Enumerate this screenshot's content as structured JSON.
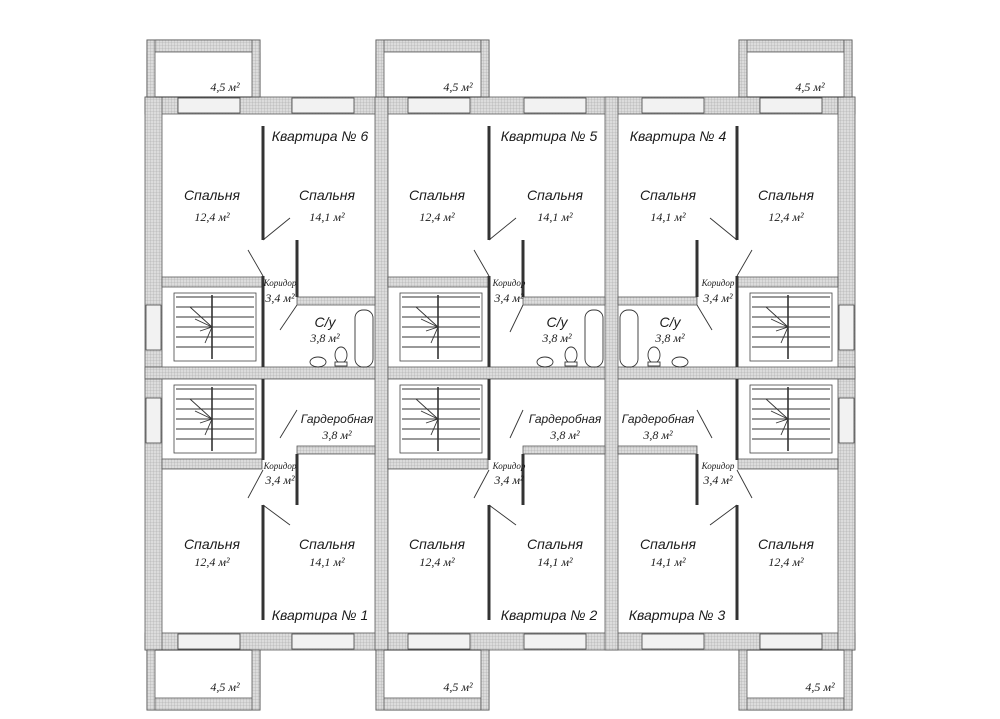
{
  "colors": {
    "wall_fill": "#d6d6d6",
    "wall_line": "#5a5a5a",
    "hatch": "#9a9a9a",
    "ink": "#1a1a1a",
    "window_fill": "#f2f2f2"
  },
  "apartments": {
    "a1": "Квартира № 1",
    "a2": "Квартира № 2",
    "a3": "Квартира № 3",
    "a4": "Квартира № 4",
    "a5": "Квартира № 5",
    "a6": "Квартира № 6"
  },
  "room_names": {
    "bedroom": "Спальня",
    "corridor": "Коридор",
    "bathroom": "С/у",
    "wardrobe": "Гардеробная"
  },
  "areas": {
    "balcony": "4,5 м²",
    "bedroom_small": "12,4 м²",
    "bedroom_large": "14,1 м²",
    "corridor": "3,4 м²",
    "bathroom": "3,8 м²",
    "wardrobe": "3,8 м²"
  }
}
